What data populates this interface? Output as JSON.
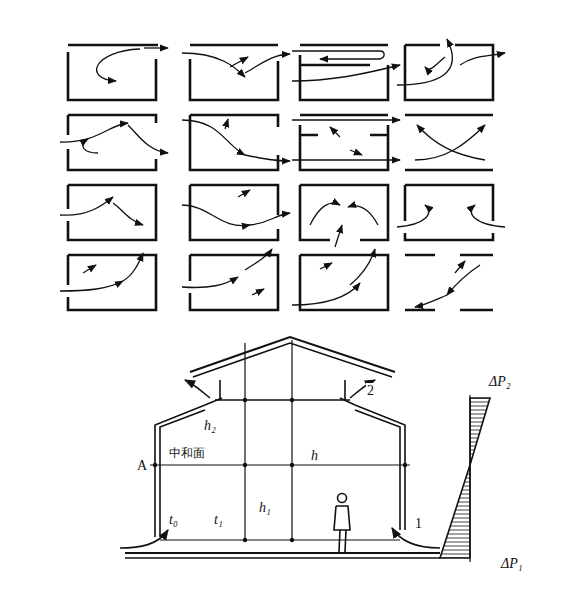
{
  "diagram": {
    "labels": [
      "h₂",
      "2",
      "A",
      "中和面",
      "h",
      "t₀",
      "t₁",
      "h₁",
      "1",
      "ΔP₂",
      "ΔP₁"
    ]
  }
}
